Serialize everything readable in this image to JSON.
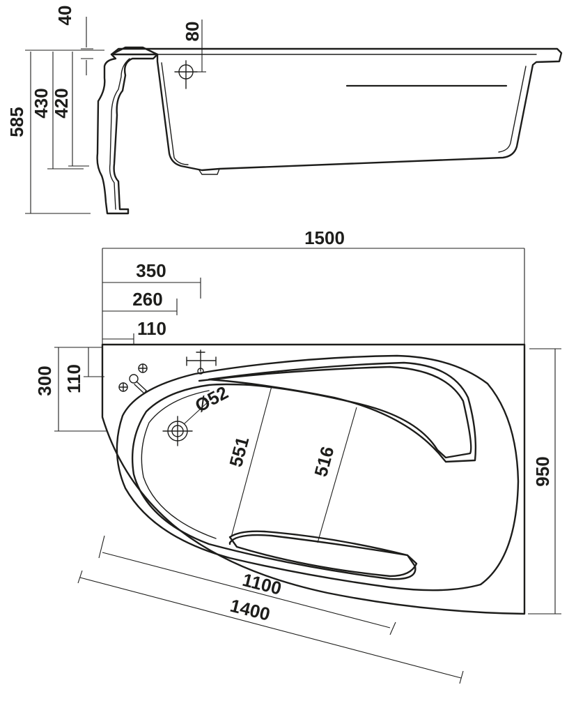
{
  "side_view": {
    "dims": {
      "rim_thickness": "40",
      "outlet_height": "80",
      "total_height": "585",
      "height_430": "430",
      "height_420": "420"
    }
  },
  "top_view": {
    "dims": {
      "total_length": "1500",
      "tap_offset_350": "350",
      "tap_offset_260": "260",
      "tap_offset_110": "110",
      "depth_300": "300",
      "depth_110": "110",
      "drain_diameter": "Ø52",
      "inner_width_551": "551",
      "inner_width_516": "516",
      "total_width": "950",
      "inner_length_1100": "1100",
      "outer_length_1400": "1400"
    }
  },
  "colors": {
    "line": "#1d1d1b",
    "background": "#ffffff"
  }
}
